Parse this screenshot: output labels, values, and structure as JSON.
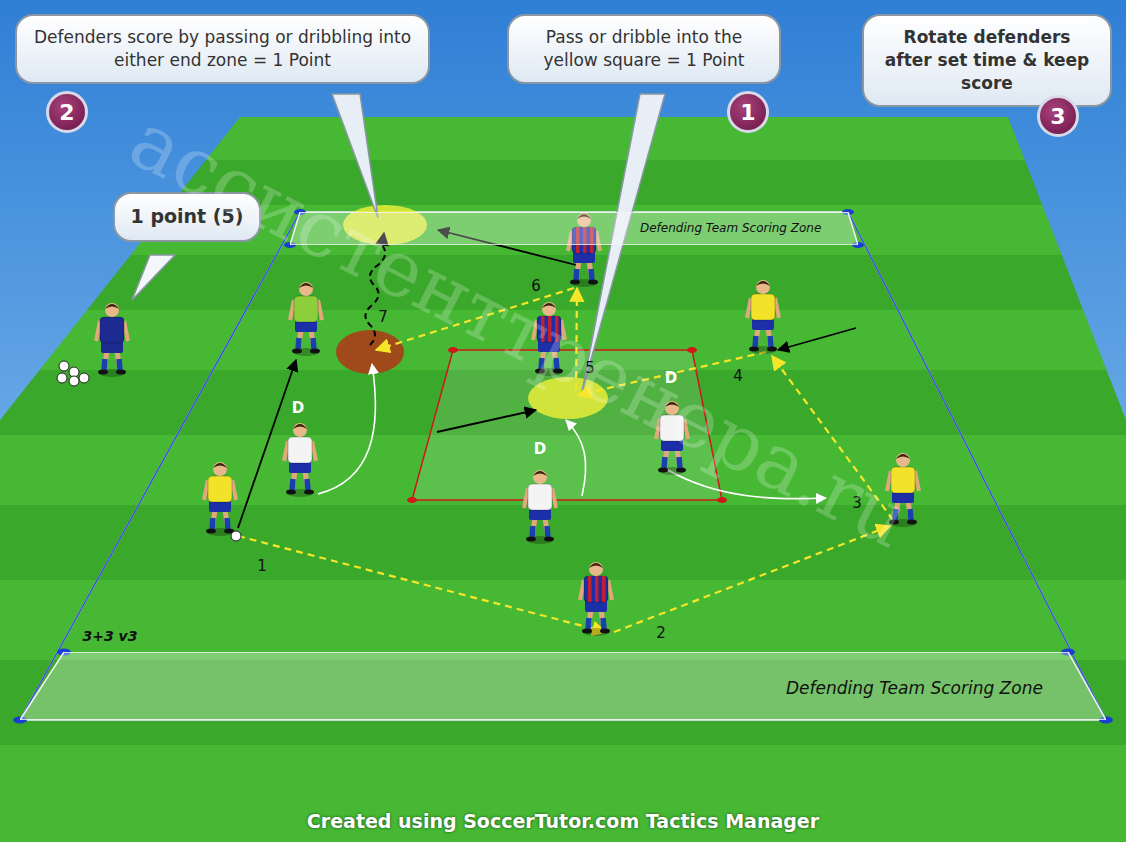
{
  "diagram": {
    "caption": "Created using SoccerTutor.com Tactics Manager",
    "nodes": [
      {
        "text": [
          "Defenders score by passing or dribbling into either end zone = 1 Point"
        ]
      },
      {
        "text": [
          "Pass or dribble into the yellow square = 1 Point"
        ]
      },
      {
        "text": [
          "Rotate defenders after set time & keep score"
        ]
      },
      {
        "text": [
          "1 point (5)"
        ]
      },
      {
        "text": [
          "Defending Team Scoring Zone"
        ]
      },
      {
        "text": [
          "Defending Team Scoring Zone"
        ]
      }
    ],
    "labels": [
      "2",
      "1",
      "3",
      "1",
      "2",
      "3",
      "4",
      "5",
      "6",
      "7",
      "D",
      "D",
      "D",
      "3+3 v3",
      "ассистенттренера.ru"
    ]
  }
}
